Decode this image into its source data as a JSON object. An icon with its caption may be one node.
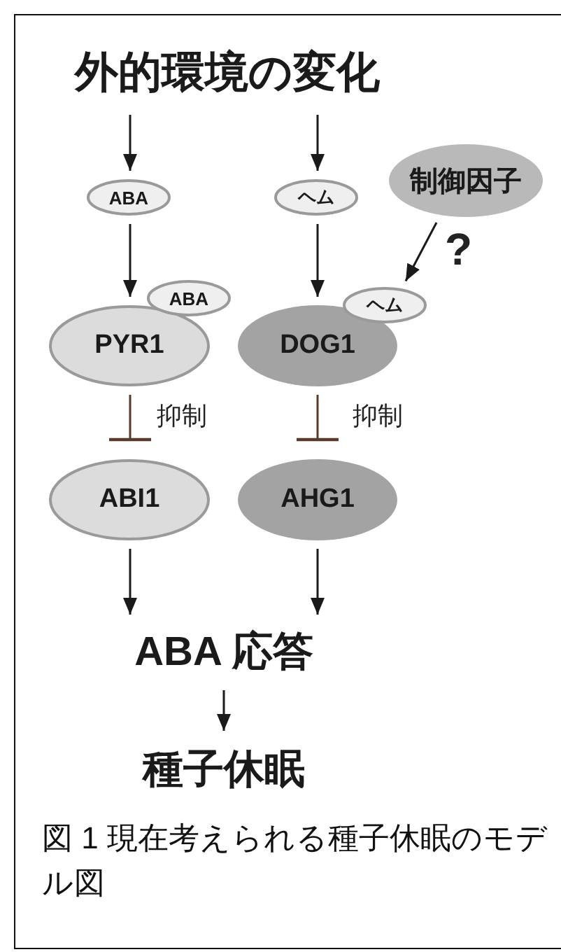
{
  "diagram": {
    "caption": "図 1 現在考えられる種子休眠のモデル図",
    "nodes": [
      {
        "text": [
          "外的環境の変化"
        ]
      },
      {
        "text": [
          "ABA"
        ]
      },
      {
        "text": [
          "ヘム"
        ]
      },
      {
        "text": [
          "制御因子"
        ]
      },
      {
        "text": [
          "PYR1"
        ]
      },
      {
        "text": [
          "ABA"
        ]
      },
      {
        "text": [
          "DOG1"
        ]
      },
      {
        "text": [
          "ヘム"
        ]
      },
      {
        "text": [
          "ABI1"
        ]
      },
      {
        "text": [
          "AHG1"
        ]
      },
      {
        "text": [
          "ABA 応答"
        ]
      },
      {
        "text": [
          "種子休眠"
        ]
      }
    ],
    "edges": [
      {
        "from": 0,
        "to": 1,
        "arrow": "to"
      },
      {
        "from": 0,
        "to": 2,
        "arrow": "to"
      },
      {
        "from": 1,
        "to": 4,
        "arrow": "to"
      },
      {
        "from": 2,
        "to": 6,
        "arrow": "to"
      },
      {
        "from": 3,
        "to": 7,
        "arrow": "to",
        "label": "?"
      },
      {
        "from": 4,
        "to": 8,
        "arrow": "other",
        "label": "抑制",
        "color": "#5b3a29"
      },
      {
        "from": 6,
        "to": 9,
        "arrow": "other",
        "label": "抑制",
        "color": "#5b3a29"
      },
      {
        "from": 8,
        "to": 10,
        "arrow": "to"
      },
      {
        "from": 9,
        "to": 10,
        "arrow": "to"
      },
      {
        "from": 10,
        "to": 11,
        "arrow": "to"
      }
    ]
  }
}
